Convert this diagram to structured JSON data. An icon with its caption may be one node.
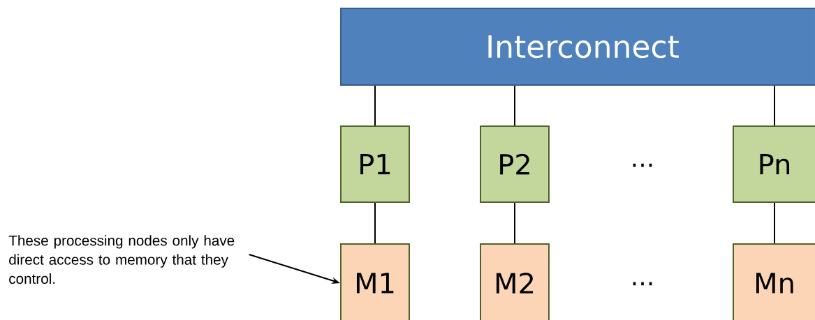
{
  "diagram": {
    "nodes": [
      {
        "text": [
          "Interconnect"
        ]
      },
      {
        "text": [
          "P1"
        ]
      },
      {
        "text": [
          "P2"
        ]
      },
      {
        "text": [
          "Pn"
        ]
      },
      {
        "text": [
          "M1"
        ]
      },
      {
        "text": [
          "M2"
        ]
      },
      {
        "text": [
          "Mn"
        ]
      },
      {
        "text": [
          "These processing nodes only have direct access to memory that they control."
        ]
      }
    ],
    "edges": [
      {
        "from": 0,
        "to": 1,
        "arrow": "none"
      },
      {
        "from": 0,
        "to": 2,
        "arrow": "none"
      },
      {
        "from": 0,
        "to": 3,
        "arrow": "none"
      },
      {
        "from": 1,
        "to": 4,
        "arrow": "none"
      },
      {
        "from": 2,
        "to": 5,
        "arrow": "none"
      },
      {
        "from": 3,
        "to": 6,
        "arrow": "none"
      },
      {
        "from": 7,
        "to": 4,
        "arrow": "to"
      }
    ],
    "labels": [
      "…",
      "…"
    ]
  }
}
